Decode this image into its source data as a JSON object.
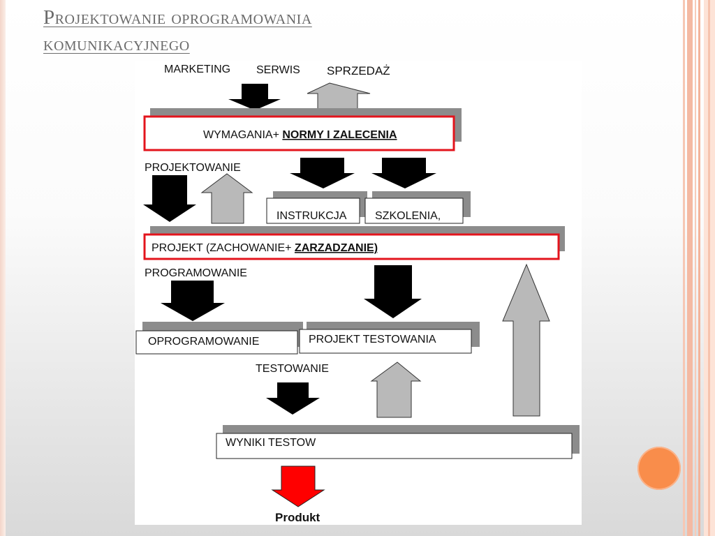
{
  "slide": {
    "title_line1": "Projektowanie oprogramowania",
    "title_line2": "komunikacyjnego"
  },
  "diagram": {
    "top_labels": {
      "marketing": "MARKETING",
      "serwis": "SERWIS",
      "sprzedaz": "SPRZEDAŻ"
    },
    "wymagania_prefix": "WYMAGANIA+ ",
    "wymagania_bold": "NORMY I ZALECENIA",
    "projektowanie": "PROJEKTOWANIE",
    "instrukcja": "INSTRUKCJA",
    "szkolenia": "SZKOLENIA,",
    "projekt_prefix": "PROJEKT (ZACHOWANIE+ ",
    "projekt_bold": "ZARZADZANIE)",
    "programowanie": "PROGRAMOWANIE",
    "oprogramowanie": "OPROGRAMOWANIE",
    "projekt_testowania": "PROJEKT TESTOWANIA",
    "testowanie": "TESTOWANIE",
    "wyniki_testow": "WYNIKI TESTOW",
    "produkt": "Produkt"
  },
  "colors": {
    "highlight_border": "#e3141c",
    "arrow_dark": "#000000",
    "arrow_light": "#b9b9b9",
    "arrow_product": "#ff0000",
    "shadow_bar": "#8c8c8c",
    "accent_circle": "#f98d4b"
  }
}
